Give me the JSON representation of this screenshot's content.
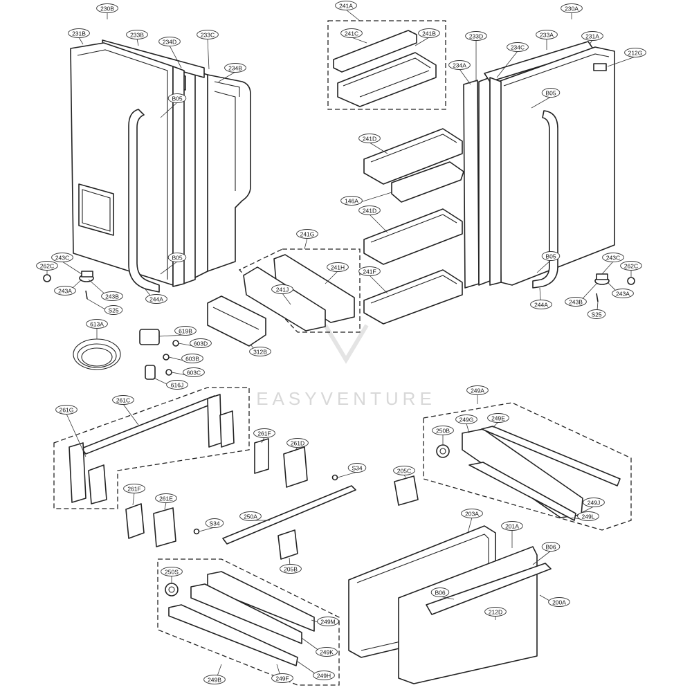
{
  "watermark": "EASYVENTURE",
  "callouts": [
    {
      "id": "230B",
      "text": "230B"
    },
    {
      "id": "231B",
      "text": "231B"
    },
    {
      "id": "233B",
      "text": "233B"
    },
    {
      "id": "234D",
      "text": "234D"
    },
    {
      "id": "233C",
      "text": "233C"
    },
    {
      "id": "234B",
      "text": "234B"
    },
    {
      "id": "B05a",
      "text": "B05"
    },
    {
      "id": "B05b",
      "text": "B05"
    },
    {
      "id": "241A",
      "text": "241A"
    },
    {
      "id": "241C",
      "text": "241C"
    },
    {
      "id": "241B",
      "text": "241B"
    },
    {
      "id": "230A",
      "text": "230A"
    },
    {
      "id": "233D",
      "text": "233D"
    },
    {
      "id": "233A",
      "text": "233A"
    },
    {
      "id": "231A",
      "text": "231A"
    },
    {
      "id": "234C",
      "text": "234C"
    },
    {
      "id": "234A",
      "text": "234A"
    },
    {
      "id": "212G",
      "text": "212G"
    },
    {
      "id": "B05c",
      "text": "B05"
    },
    {
      "id": "241Da",
      "text": "241D"
    },
    {
      "id": "146A",
      "text": "146A"
    },
    {
      "id": "241Db",
      "text": "241D"
    },
    {
      "id": "241F",
      "text": "241F"
    },
    {
      "id": "B05d",
      "text": "B05"
    },
    {
      "id": "241G",
      "text": "241G"
    },
    {
      "id": "241H",
      "text": "241H"
    },
    {
      "id": "241J",
      "text": "241J"
    },
    {
      "id": "312B",
      "text": "312B"
    },
    {
      "id": "262Ca",
      "text": "262C"
    },
    {
      "id": "243Ca",
      "text": "243C"
    },
    {
      "id": "243Aa",
      "text": "243A"
    },
    {
      "id": "243Ba",
      "text": "243B"
    },
    {
      "id": "S25a",
      "text": "S25"
    },
    {
      "id": "244Aa",
      "text": "244A"
    },
    {
      "id": "243Cb",
      "text": "243C"
    },
    {
      "id": "262Cb",
      "text": "262C"
    },
    {
      "id": "243Bb",
      "text": "243B"
    },
    {
      "id": "243Ab",
      "text": "243A"
    },
    {
      "id": "S25b",
      "text": "S25"
    },
    {
      "id": "244Ab",
      "text": "244A"
    },
    {
      "id": "613A",
      "text": "613A"
    },
    {
      "id": "619B",
      "text": "619B"
    },
    {
      "id": "603D",
      "text": "603D"
    },
    {
      "id": "603B",
      "text": "603B"
    },
    {
      "id": "603C",
      "text": "603C"
    },
    {
      "id": "616J",
      "text": "616J"
    },
    {
      "id": "261C",
      "text": "261C"
    },
    {
      "id": "261G",
      "text": "261G"
    },
    {
      "id": "261Fa",
      "text": "261F"
    },
    {
      "id": "261D",
      "text": "261D"
    },
    {
      "id": "S34a",
      "text": "S34"
    },
    {
      "id": "261Fb",
      "text": "261F"
    },
    {
      "id": "261E",
      "text": "261E"
    },
    {
      "id": "S34b",
      "text": "S34"
    },
    {
      "id": "250A",
      "text": "250A"
    },
    {
      "id": "205C",
      "text": "205C"
    },
    {
      "id": "205B",
      "text": "205B"
    },
    {
      "id": "249A",
      "text": "249A"
    },
    {
      "id": "250B",
      "text": "250B"
    },
    {
      "id": "249G",
      "text": "249G"
    },
    {
      "id": "249E",
      "text": "249E"
    },
    {
      "id": "249J",
      "text": "249J"
    },
    {
      "id": "249L",
      "text": "249L"
    },
    {
      "id": "203A",
      "text": "203A"
    },
    {
      "id": "201A",
      "text": "201A"
    },
    {
      "id": "B06a",
      "text": "B06"
    },
    {
      "id": "B06b",
      "text": "B06"
    },
    {
      "id": "200A",
      "text": "200A"
    },
    {
      "id": "212D",
      "text": "212D"
    },
    {
      "id": "250S",
      "text": "250S"
    },
    {
      "id": "249M",
      "text": "249M"
    },
    {
      "id": "249K",
      "text": "249K"
    },
    {
      "id": "249H",
      "text": "249H"
    },
    {
      "id": "249F",
      "text": "249F"
    },
    {
      "id": "249B",
      "text": "249B"
    }
  ]
}
